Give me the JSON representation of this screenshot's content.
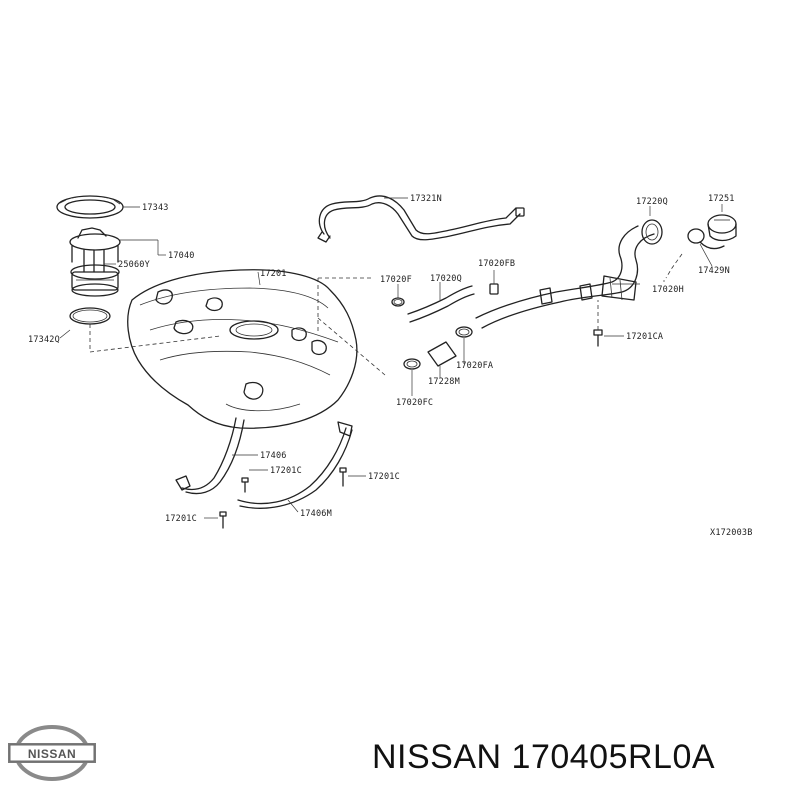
{
  "diagram": {
    "code": "X172003B",
    "labels": {
      "p17343": "17343",
      "p17040": "17040",
      "p25060Y": "25060Y",
      "p17342Q": "17342Q",
      "p17201": "17201",
      "p17321N": "17321N",
      "p17020F": "17020F",
      "p17020Q": "17020Q",
      "p17020FB": "17020FB",
      "p17220Q": "17220Q",
      "p17251": "17251",
      "p17429N": "17429N",
      "p17020H": "17020H",
      "p17201CA": "17201CA",
      "p17020FA": "17020FA",
      "p17228M": "17228M",
      "p17020FC": "17020FC",
      "p17406": "17406",
      "p17201C_a": "17201C",
      "p17201C_b": "17201C",
      "p17201C_c": "17201C",
      "p17406M": "17406M"
    }
  },
  "logo": {
    "text": "NISSAN"
  },
  "title": "NISSAN 170405RL0A"
}
